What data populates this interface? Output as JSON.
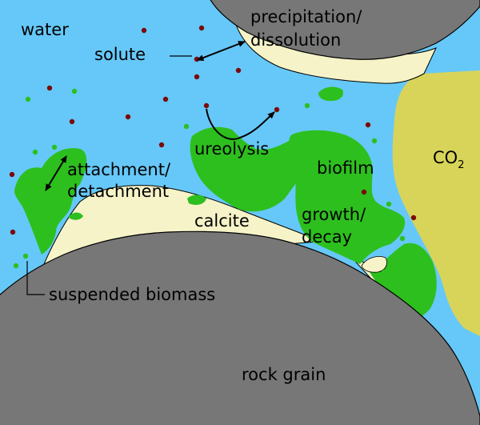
{
  "labels": {
    "water": "water",
    "solute": "solute",
    "precipitation_line1": "precipitation/",
    "precipitation_line2": "dissolution",
    "ureolysis": "ureolysis",
    "attachment_line1": "attachment/",
    "attachment_line2": "detachment",
    "biofilm": "biofilm",
    "co2_main": "CO",
    "co2_sub": "2",
    "calcite": "calcite",
    "growth_line1": "growth/",
    "growth_line2": "decay",
    "suspended_biomass": "suspended biomass",
    "rock_grain": "rock grain"
  },
  "colors": {
    "water": "#66c8f8",
    "rock": "#777777",
    "calcite": "#f6f3c8",
    "biofilm": "#2dbf1e",
    "co2": "#d8d45a",
    "solute_dot": "#7a0a0a",
    "biomass_dot": "#2dbf1e",
    "outline": "#000000"
  }
}
